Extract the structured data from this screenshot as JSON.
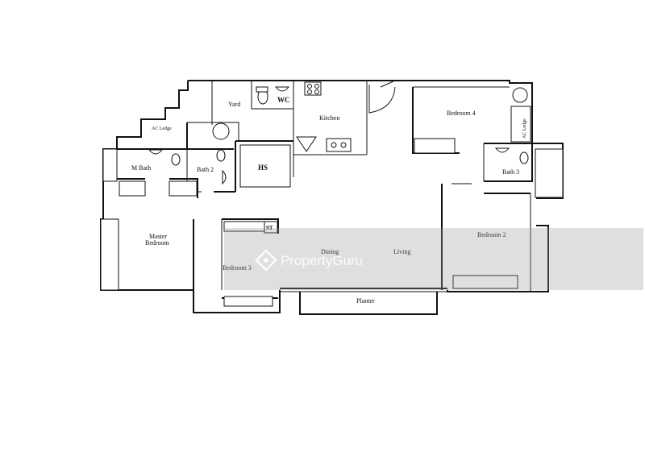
{
  "rooms": {
    "yard": "Yard",
    "wc": "WC",
    "kitchen": "Kitchen",
    "bedroom4": "Bedroom 4",
    "ac_ledge_left": "AC Ledge",
    "ac_ledge_right": "AC Ledge",
    "m_bath": "M Bath",
    "bath2": "Bath 2",
    "hs": "HS",
    "bath3": "Bath 3",
    "master_line1": "Master",
    "master_line2": "Bedroom",
    "st": "ST",
    "bedroom3": "Bedroom 3",
    "dining": "Dining",
    "living": "Living",
    "bedroom2": "Bedroom 2",
    "planter": "Planter"
  },
  "watermark": {
    "text": "PropertyGuru",
    "logo_icon": "propertyguru-logo-icon"
  }
}
